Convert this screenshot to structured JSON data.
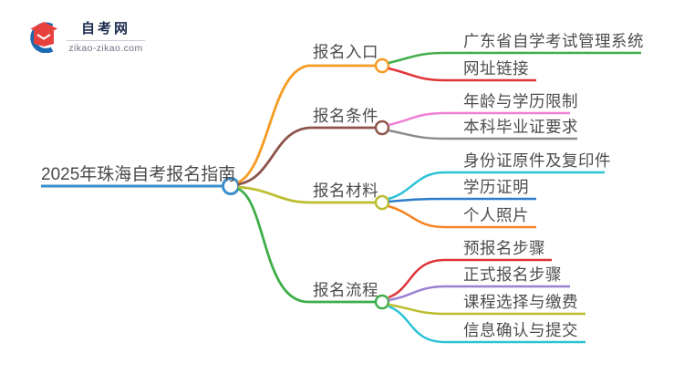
{
  "logo": {
    "name": "自考网",
    "domain": "zikao-zikao.com",
    "icon": "graduation-cap-icon",
    "crescent_color": "#1a6ab0",
    "cap_color": "#e8403d"
  },
  "mindmap": {
    "root": {
      "label": "2025年珠海自考报名指南",
      "color": "#3a8ecb"
    },
    "branches": [
      {
        "label": "报名入口",
        "color": "#f59b22",
        "children": [
          {
            "label": "广东省自学考试管理系统",
            "color": "#3fae49"
          },
          {
            "label": "网址链接",
            "color": "#e03336"
          }
        ]
      },
      {
        "label": "报名条件",
        "color": "#8d544b",
        "children": [
          {
            "label": "年龄与学历限制",
            "color": "#ee80d4"
          },
          {
            "label": "本科毕业证要求",
            "color": "#8c8c8c"
          }
        ]
      },
      {
        "label": "报名材料",
        "color": "#bcbe2e",
        "children": [
          {
            "label": "身份证原件及复印件",
            "color": "#2bc2d6"
          },
          {
            "label": "学历证明",
            "color": "#2d7dca"
          },
          {
            "label": "个人照片",
            "color": "#f58220"
          }
        ]
      },
      {
        "label": "报名流程",
        "color": "#3fae49",
        "children": [
          {
            "label": "预报名步骤",
            "color": "#e03336"
          },
          {
            "label": "正式报名步骤",
            "color": "#9c7fd3"
          },
          {
            "label": "课程选择与缴费",
            "color": "#bcbe2e"
          },
          {
            "label": "信息确认与提交",
            "color": "#2bc2d6"
          }
        ]
      }
    ]
  }
}
